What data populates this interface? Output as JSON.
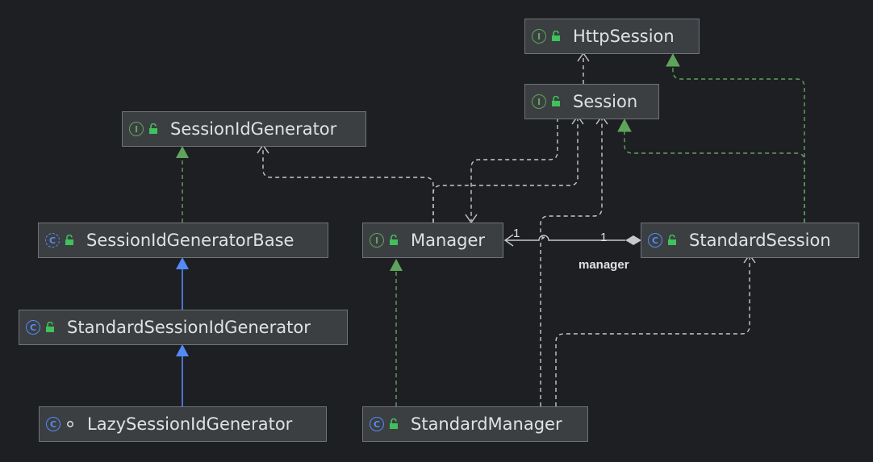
{
  "colors": {
    "background": "#1e1f22",
    "node_fill": "#3c3f41",
    "node_border": "#6f737a",
    "interface_green": "#5fa45d",
    "class_blue": "#548af7",
    "public_lock": "#3fc15b",
    "dependency_line": "#c8c8c8"
  },
  "nodes": {
    "http_session": {
      "name": "HttpSession",
      "kind_letter": "I",
      "kind": "interface",
      "visibility": "public"
    },
    "session": {
      "name": "Session",
      "kind_letter": "I",
      "kind": "interface",
      "visibility": "public"
    },
    "session_id_generator": {
      "name": "SessionIdGenerator",
      "kind_letter": "I",
      "kind": "interface",
      "visibility": "public"
    },
    "session_id_generator_base": {
      "name": "SessionIdGeneratorBase",
      "kind_letter": "C",
      "kind": "abstract class",
      "visibility": "public"
    },
    "standard_session_id_generator": {
      "name": "StandardSessionIdGenerator",
      "kind_letter": "C",
      "kind": "class",
      "visibility": "public"
    },
    "lazy_session_id_generator": {
      "name": "LazySessionIdGenerator",
      "kind_letter": "C",
      "kind": "class",
      "visibility": "package-private"
    },
    "manager": {
      "name": "Manager",
      "kind_letter": "I",
      "kind": "interface",
      "visibility": "public"
    },
    "standard_session": {
      "name": "StandardSession",
      "kind_letter": "C",
      "kind": "class",
      "visibility": "public"
    },
    "standard_manager": {
      "name": "StandardManager",
      "kind_letter": "C",
      "kind": "class",
      "visibility": "public"
    }
  },
  "edges": {
    "association": {
      "role": "manager",
      "source_multiplicity": "1",
      "target_multiplicity": "1"
    }
  },
  "icons": {
    "public": "open-lock-icon",
    "package_private": "circle-dot-icon"
  }
}
